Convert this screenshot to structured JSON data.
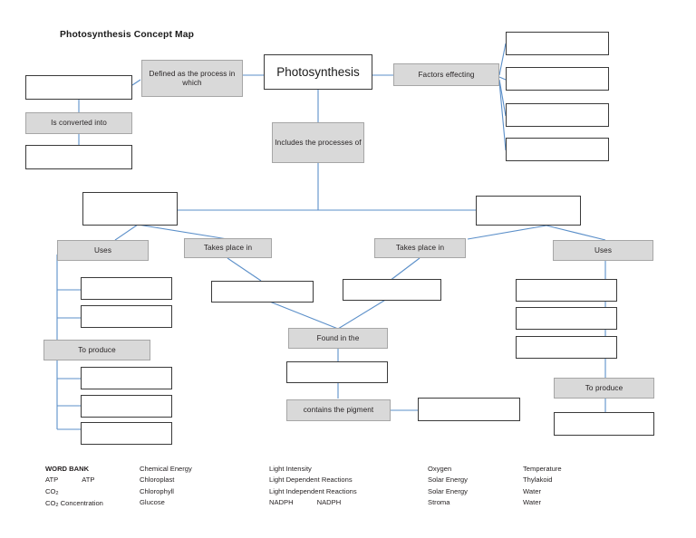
{
  "title": "Photosynthesis Concept Map",
  "colors": {
    "link_fill": "#d9d9d9",
    "link_border": "#a6a6a6",
    "term_border": "#3a3a3a",
    "edge": "#5b8fc9",
    "text": "#231f20",
    "background": "#ffffff"
  },
  "nodes": {
    "root": "Photosynthesis",
    "defined_as": "Defined as the process in which",
    "is_converted_into": "Is converted into",
    "factors_effecting": "Factors effecting",
    "includes_processes": "Includes the processes of",
    "uses_left": "Uses",
    "takes_place_in_left": "Takes place in",
    "to_produce_left": "To produce",
    "takes_place_in_right": "Takes place in",
    "uses_right": "Uses",
    "to_produce_right": "To produce",
    "found_in_the": "Found in the",
    "contains_the_pigment": "contains the pigment",
    "blank": ""
  },
  "blanks": {
    "top_left": "",
    "converted_product": "",
    "factor_1": "",
    "factor_2": "",
    "factor_3": "",
    "factor_4": "",
    "process_left": "",
    "process_right": "",
    "uses_left_1": "",
    "uses_left_2": "",
    "produce_left_1": "",
    "produce_left_2": "",
    "produce_left_3": "",
    "place_left": "",
    "place_right": "",
    "found_in": "",
    "pigment": "",
    "uses_right_1": "",
    "uses_right_2": "",
    "uses_right_3": "",
    "produce_right_1": ""
  },
  "word_bank": {
    "heading": "WORD BANK",
    "columns": [
      {
        "entries": [
          {
            "text": "WORD BANK",
            "bold": true
          },
          {
            "text": "ATP",
            "second": "ATP"
          },
          {
            "text": "CO₂"
          },
          {
            "text": "CO₂ Concentration"
          }
        ]
      },
      {
        "entries": [
          {
            "text": "Chemical Energy"
          },
          {
            "text": "Chloroplast"
          },
          {
            "text": "Chlorophyll"
          },
          {
            "text": "Glucose"
          }
        ]
      },
      {
        "entries": [
          {
            "text": "Light Intensity"
          },
          {
            "text": "Light Dependent Reactions"
          },
          {
            "text": "Light Independent Reactions"
          },
          {
            "text": "NADPH",
            "second": "NADPH"
          }
        ]
      },
      {
        "entries": [
          {
            "text": "Oxygen"
          },
          {
            "text": "Solar Energy"
          },
          {
            "text": "Solar Energy"
          },
          {
            "text": "Stroma"
          }
        ]
      },
      {
        "entries": [
          {
            "text": "Temperature"
          },
          {
            "text": "Thylakoid"
          },
          {
            "text": "Water"
          },
          {
            "text": "Water"
          }
        ]
      }
    ]
  }
}
